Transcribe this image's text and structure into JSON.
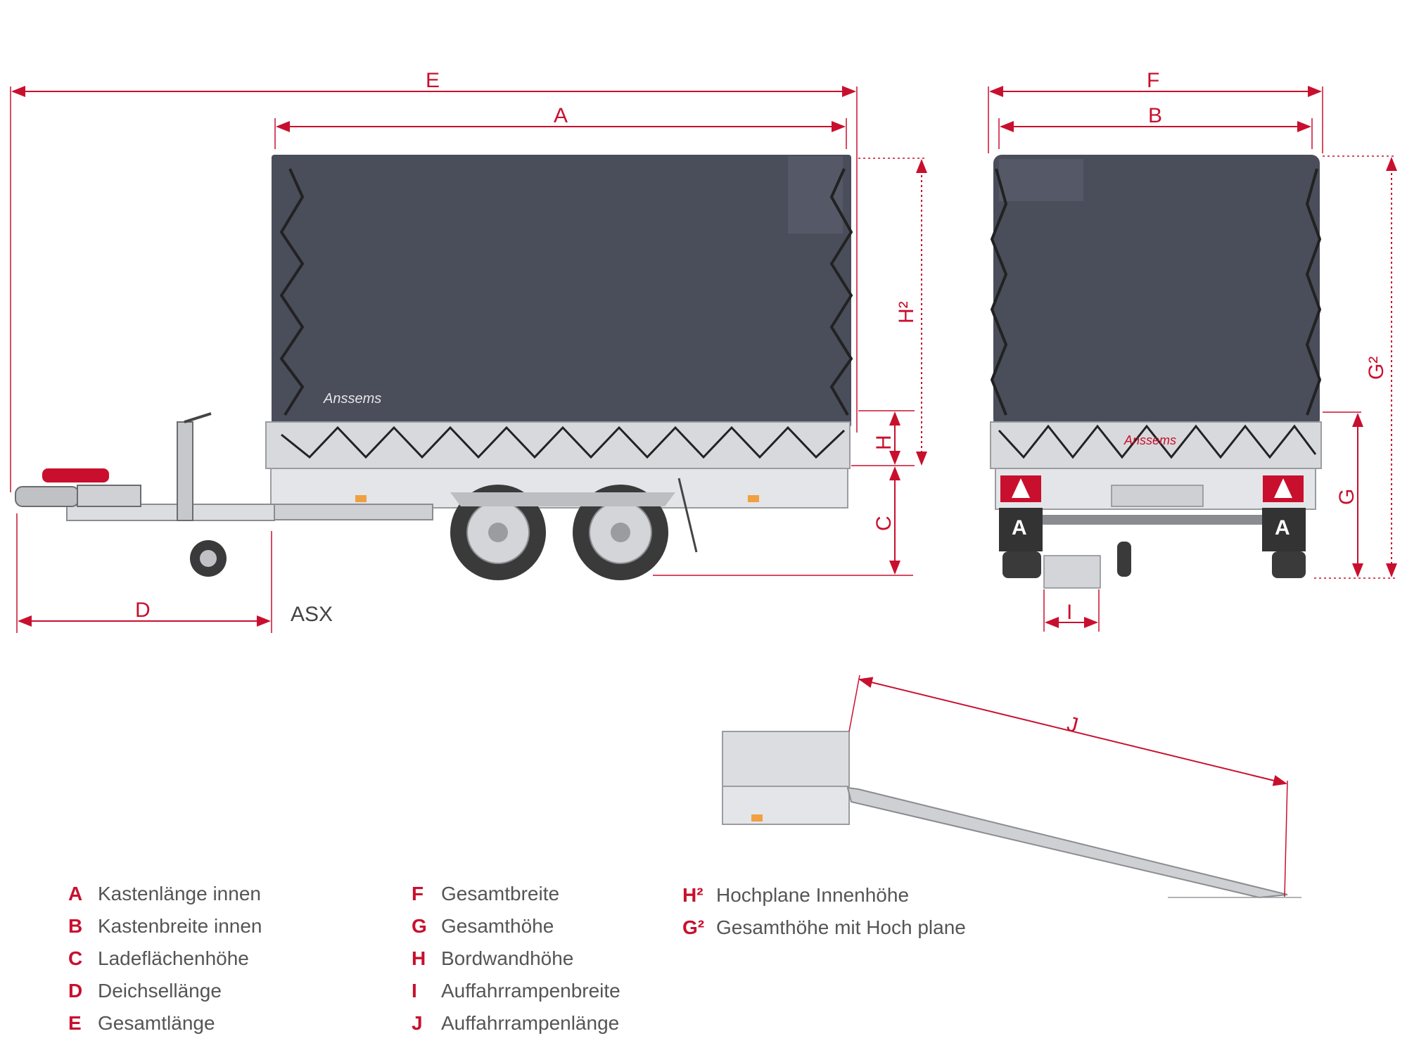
{
  "diagram": {
    "model": "ASX",
    "brand": "Anssems",
    "dimension_letters": {
      "E": "E",
      "A": "A",
      "F": "F",
      "B": "B",
      "C": "C",
      "D": "D",
      "H": "H",
      "H2": "H²",
      "G": "G",
      "G2": "G²",
      "I": "I",
      "J": "J"
    }
  },
  "legend": {
    "col1": [
      {
        "key": "A",
        "text": "Kastenlänge innen"
      },
      {
        "key": "B",
        "text": "Kastenbreite innen"
      },
      {
        "key": "C",
        "text": "Ladeflächenhöhe"
      },
      {
        "key": "D",
        "text": "Deichsellänge"
      },
      {
        "key": "E",
        "text": "Gesamtlänge"
      }
    ],
    "col2": [
      {
        "key": "F",
        "text": "Gesamtbreite"
      },
      {
        "key": "G",
        "text": "Gesamthöhe"
      },
      {
        "key": "H",
        "text": "Bordwandhöhe"
      },
      {
        "key": "I",
        "text": "Auffahrrampenbreite"
      },
      {
        "key": "J",
        "text": "Auffahrrampenlänge"
      }
    ],
    "col3": [
      {
        "key": "H²",
        "text": "Hochplane Innenhöhe"
      },
      {
        "key": "G²",
        "text": "Gesamthöhe mit Hoch plane"
      }
    ]
  },
  "colors": {
    "accent": "#c8102e",
    "tarp": "#4a4d5a",
    "metal": "#d8d9dc",
    "tire": "#3a3a3a"
  }
}
